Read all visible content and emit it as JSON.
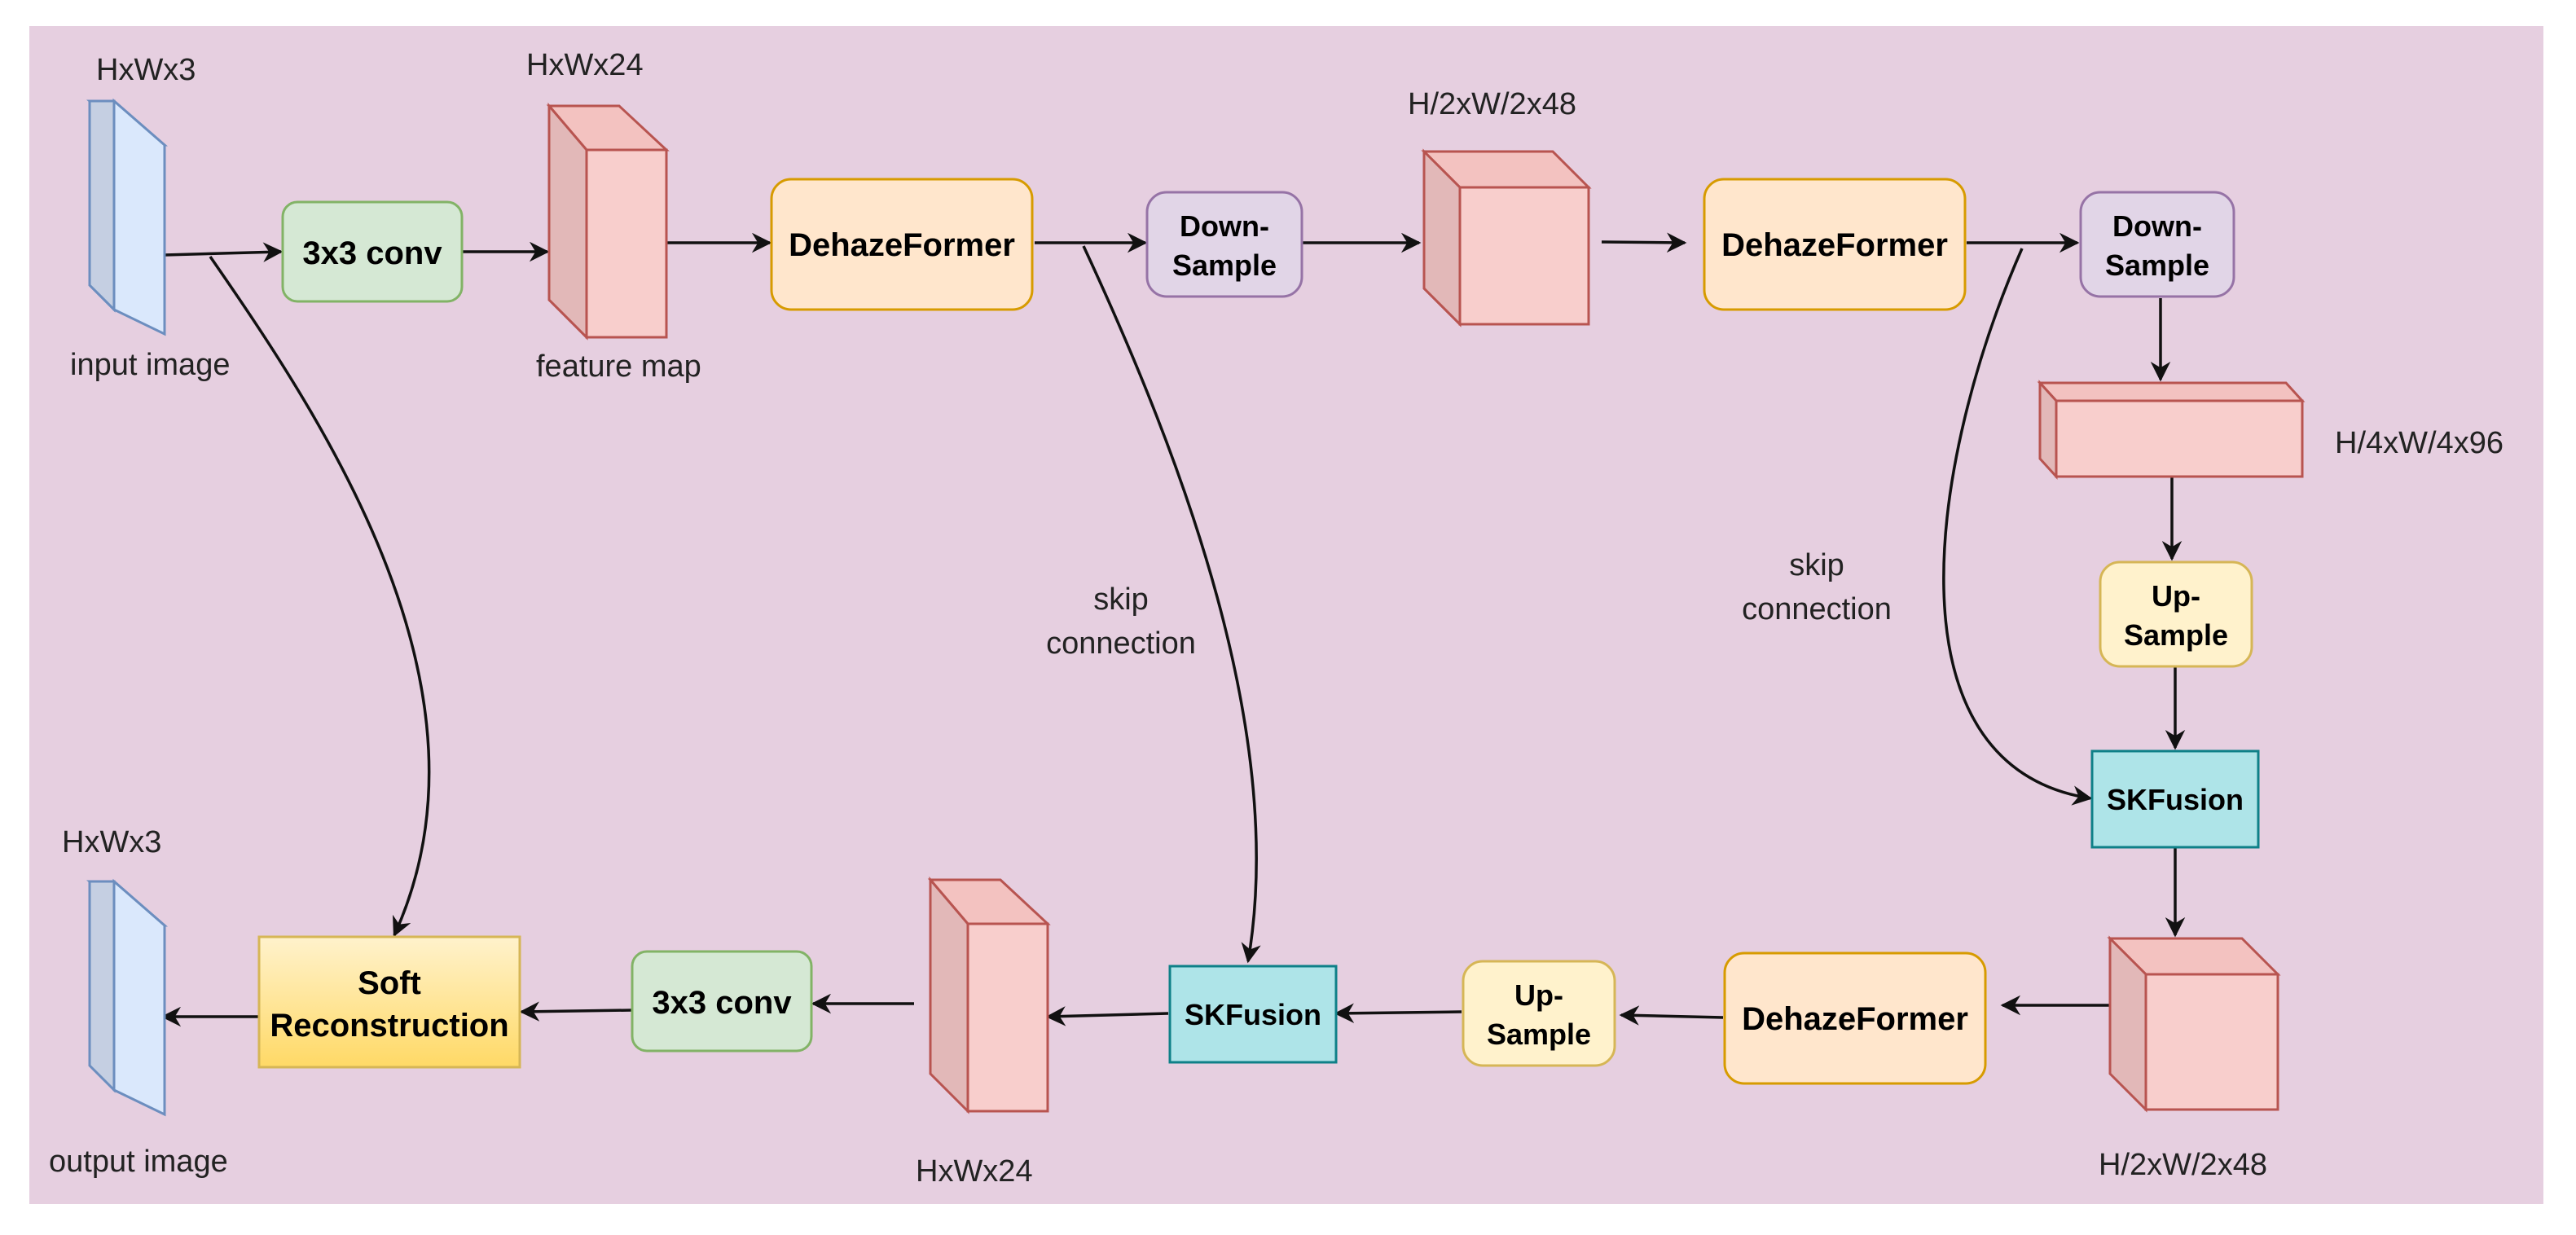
{
  "nodes": {
    "input_label": "input image",
    "input_dim": "HxWx3",
    "conv_in": "3x3 conv",
    "feat_dim": "HxWx24",
    "feat_label": "feature map",
    "former1": "DehazeFormer",
    "down1_l1": "Down-",
    "down1_l2": "Sample",
    "mid_dim_top": "H/2xW/2x48",
    "former2": "DehazeFormer",
    "down2_l1": "Down-",
    "down2_l2": "Sample",
    "bottom_dim": "H/4xW/4x96",
    "up1_l1": "Up-",
    "up1_l2": "Sample",
    "skfusion1": "SKFusion",
    "mid_dim_bottom": "H/2xW/2x48",
    "former3": "DehazeFormer",
    "up2_l1": "Up-",
    "up2_l2": "Sample",
    "skfusion2": "SKFusion",
    "feat_out_dim": "HxWx24",
    "conv_out": "3x3 conv",
    "soft_l1": "Soft",
    "soft_l2": "Reconstruction",
    "output_dim": "HxWx3",
    "output_label": "output image"
  },
  "skip_labels": {
    "skip1_l1": "skip",
    "skip1_l2": "connection",
    "skip2_l1": "skip",
    "skip2_l2": "connection"
  },
  "colors": {
    "background": "#e6cfe0",
    "image_front": "#dae8fc",
    "image_side": "#c5cfe2",
    "image_stroke": "#6c8ebf",
    "feat_front": "#f8cecc",
    "feat_side": "#e2b8b8",
    "feat_stroke": "#b85450",
    "conv_fill": "#d5e8d4",
    "conv_stroke": "#82b366",
    "former_fill": "#ffe6cc",
    "former_stroke": "#d79b00",
    "down_fill": "#e1d5e7",
    "down_stroke": "#9673a6",
    "up_fill": "#fff2cc",
    "up_stroke": "#d6b656",
    "sk_fill": "#aee4e8",
    "sk_stroke": "#0e8088",
    "soft_top": "#fff2cc",
    "soft_bottom": "#ffd966",
    "soft_stroke": "#d6b656"
  }
}
